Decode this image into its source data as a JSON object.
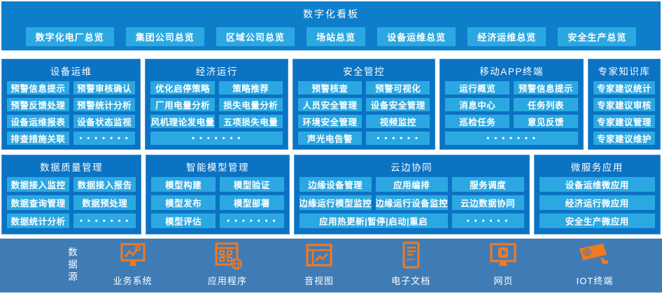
{
  "colors": {
    "topbar_bg": "#0e7ecb",
    "panel_bg": "#0b73c3",
    "chip_bg": "#2ba8e2",
    "bottombar_bg": "#3f7cb6",
    "icon_orange": "#f1791f",
    "page_bg": "#ffffff",
    "text": "#ffffff"
  },
  "topbar": {
    "title": "数字化看板",
    "buttons": [
      "数字化电厂总览",
      "集团公司总览",
      "区域公司总览",
      "场站总览",
      "设备运维总览",
      "经济运维总览",
      "安全生产总览"
    ]
  },
  "panels": [
    {
      "title": "设备运维",
      "columns": 2,
      "items": [
        {
          "label": "预警信息提示"
        },
        {
          "label": "预警审核确认"
        },
        {
          "label": "预警反馈处理"
        },
        {
          "label": "预警统计分析"
        },
        {
          "label": "设备运维报表"
        },
        {
          "label": "设备状态监视"
        },
        {
          "label": "排查措施关联"
        },
        {
          "label": "• • • • • • •"
        }
      ]
    },
    {
      "title": "经济运行",
      "columns": 2,
      "items": [
        {
          "label": "优化启停策略"
        },
        {
          "label": "策略推荐"
        },
        {
          "label": "厂用电量分析"
        },
        {
          "label": "损失电量分析"
        },
        {
          "label": "风机理论发电量"
        },
        {
          "label": "五项损失电量"
        },
        {
          "label": "• • • • • • •",
          "span": "full"
        }
      ]
    },
    {
      "title": "安全管控",
      "columns": 2,
      "items": [
        {
          "label": "预警核查"
        },
        {
          "label": "预警可视化"
        },
        {
          "label": "人员安全管理"
        },
        {
          "label": "设备安全管理"
        },
        {
          "label": "环境安全管理"
        },
        {
          "label": "视频监控"
        },
        {
          "label": "声光电告警"
        },
        {
          "label": "• • • • • •"
        }
      ]
    },
    {
      "title": "移动APP终端",
      "columns": 2,
      "items": [
        {
          "label": "运行概览"
        },
        {
          "label": "预警信息提示"
        },
        {
          "label": "消息中心"
        },
        {
          "label": "任务列表"
        },
        {
          "label": "巡检任务"
        },
        {
          "label": "意见反馈"
        },
        {
          "label": "• • • • • • •",
          "span": "full"
        }
      ]
    },
    {
      "title": "专家知识库",
      "columns": 1,
      "items": [
        {
          "label": "专家建议统计"
        },
        {
          "label": "专家建议审核"
        },
        {
          "label": "专家建议管理"
        },
        {
          "label": "专家建议维护"
        }
      ]
    },
    {
      "title": "数据质量管理",
      "columns": 2,
      "items": [
        {
          "label": "数据接入监控"
        },
        {
          "label": "数据接入报告"
        },
        {
          "label": "数据查询管理"
        },
        {
          "label": "数据预处理"
        },
        {
          "label": "数据统计分析"
        },
        {
          "label": "• • • • • • •"
        }
      ]
    },
    {
      "title": "智能模型管理",
      "columns": 2,
      "items": [
        {
          "label": "模型构建"
        },
        {
          "label": "模型验证"
        },
        {
          "label": "模型发布"
        },
        {
          "label": "模型部署"
        },
        {
          "label": "模型评估"
        },
        {
          "label": "• • • • • • •"
        }
      ]
    },
    {
      "title": "云边协同",
      "columns": 3,
      "items": [
        {
          "label": "边缘设备管理"
        },
        {
          "label": "应用编排"
        },
        {
          "label": "服务调度"
        },
        {
          "label": "边缘运行模型监控"
        },
        {
          "label": "边缘运行设备监控"
        },
        {
          "label": "云边数据协同"
        },
        {
          "label": "应用热更新|暂停|启动|重启",
          "span": 2
        },
        {
          "label": "• • • • • •"
        }
      ]
    },
    {
      "title": "微服务应用",
      "columns": 1,
      "items": [
        {
          "label": "设备运维微应用"
        },
        {
          "label": "经济运行微应用"
        },
        {
          "label": "安全生产微应用"
        }
      ]
    }
  ],
  "datasource": {
    "label": "数据源",
    "items": [
      {
        "label": "业务系统",
        "icon": "business-system-icon"
      },
      {
        "label": "应用程序",
        "icon": "application-icon"
      },
      {
        "label": "音视图",
        "icon": "media-view-icon"
      },
      {
        "label": "电子文档",
        "icon": "e-document-icon"
      },
      {
        "label": "网页",
        "icon": "webpage-icon"
      },
      {
        "label": "IOT终端",
        "icon": "iot-camera-icon"
      }
    ]
  }
}
